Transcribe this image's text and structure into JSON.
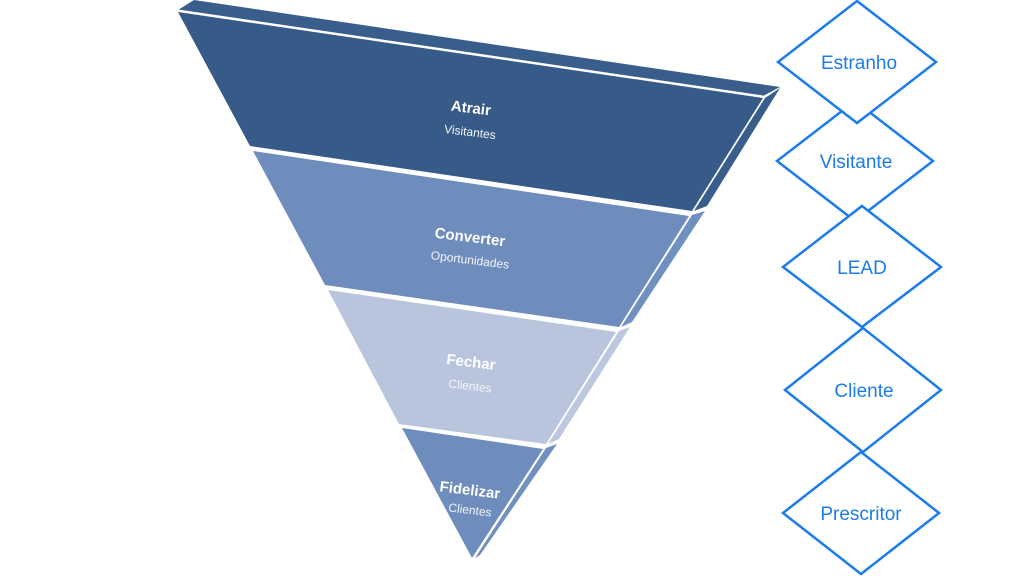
{
  "funnel": {
    "stages": [
      {
        "title": "Atrair",
        "subtitle": "Visitantes",
        "color": "#375b88",
        "side_color": "#3a5e8c"
      },
      {
        "title": "Converter",
        "subtitle": "Oportunidades",
        "color": "#6e8cbc",
        "side_color": "#7090c0"
      },
      {
        "title": "Fechar",
        "subtitle": "Clientes",
        "color": "#b8c5dd",
        "side_color": "#bcc8df"
      },
      {
        "title": "Fidelizar",
        "subtitle": "Clientes",
        "color": "#6e8cbc",
        "side_color": "#7090c0"
      }
    ],
    "top_color": "#3a5e8c"
  },
  "stages_diagram": {
    "color": "#1c7ceb",
    "items": [
      {
        "label": "Estranho"
      },
      {
        "label": "Visitante"
      },
      {
        "label": "LEAD"
      },
      {
        "label": "Cliente"
      },
      {
        "label": "Prescritor"
      }
    ]
  }
}
